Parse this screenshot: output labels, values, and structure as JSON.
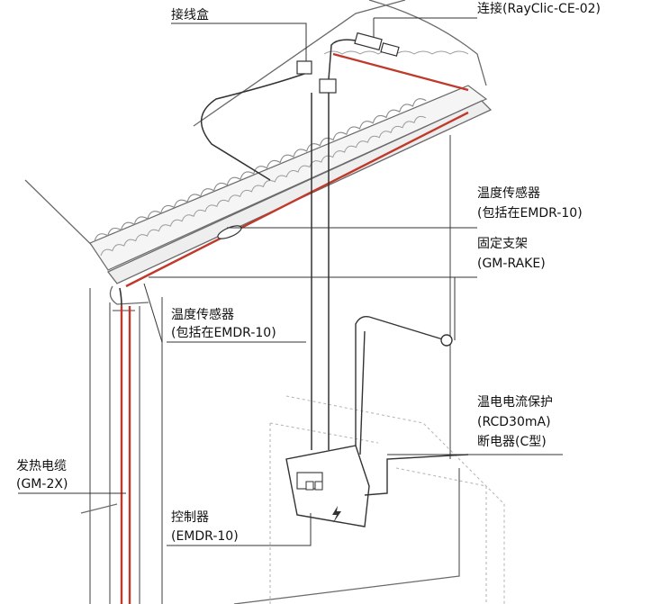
{
  "labels": {
    "junction_box": "接线盒",
    "connector": "连接(RayClic-CE-02)",
    "roof_sensor_l1": "温度传感器",
    "roof_sensor_l2": "(包括在EMDR-10)",
    "bracket_l1": "固定支架",
    "bracket_l2": "(GM-RAKE)",
    "gutter_sensor_l1": "温度传感器",
    "gutter_sensor_l2": "(包括在EMDR-10)",
    "rcd_l1": "温电电流保护",
    "rcd_l2": "(RCD30mA)",
    "rcd_l3": "断电器(C型)",
    "cable_l1": "发热电缆",
    "cable_l2": "(GM-2X)",
    "controller_l1": "控制器",
    "controller_l2": "(EMDR-10)"
  },
  "colors": {
    "heating_cable": "#c0392b",
    "outline": "#6a6a6a",
    "text": "#111111",
    "snow_shadow": "#d6d6d6"
  },
  "icons": {
    "controller_symbol": "lightning-icon"
  }
}
